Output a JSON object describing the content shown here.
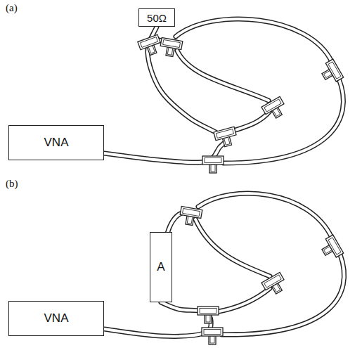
{
  "diagram": {
    "nodes": [
      {
        "text": [
          "50Ω"
        ]
      },
      {
        "text": [
          "VNA"
        ]
      },
      {
        "text": [
          "A"
        ]
      },
      {
        "text": [
          "VNA"
        ]
      }
    ],
    "edges": [
      {
        "from": 1,
        "to": 0,
        "arrow": "none"
      },
      {
        "from": 3,
        "to": 2,
        "arrow": "none"
      }
    ],
    "labels": [
      "(a)",
      "(b)"
    ]
  }
}
